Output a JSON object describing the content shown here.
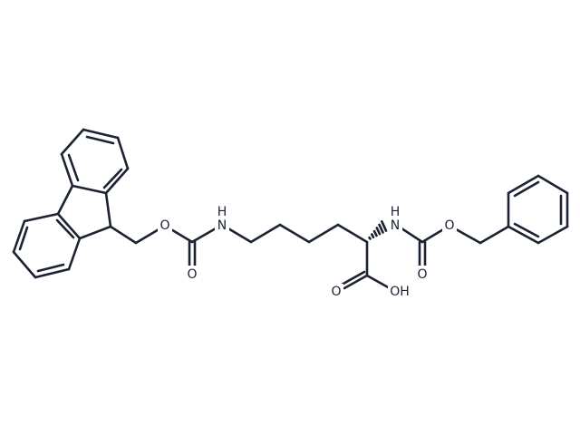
{
  "colors": {
    "bond": "#1b2333",
    "background": "#ffffff"
  },
  "atoms": {
    "o_ether_fmoc": "O",
    "o_carbonyl_fmoc": "O",
    "nh_epsilon": "H",
    "n_epsilon": "N",
    "nh_alpha": "H",
    "n_alpha": "N",
    "o_carbonyl_z": "O",
    "o_ether_z": "O",
    "o_carboxyl": "O",
    "oh_carboxyl": "OH"
  }
}
